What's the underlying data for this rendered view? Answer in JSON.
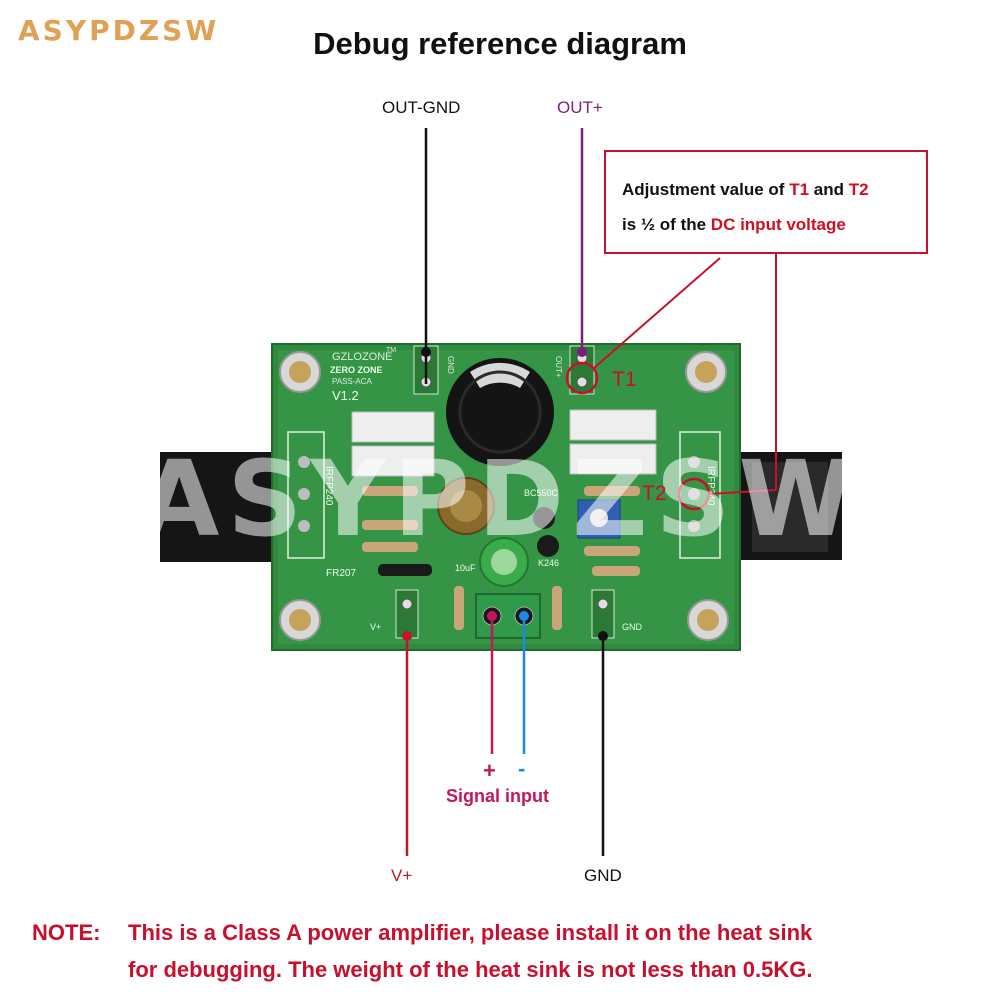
{
  "brand": "ASYPDZSW",
  "title": "Debug reference diagram",
  "labels": {
    "out_gnd": "OUT-GND",
    "out_plus": "OUT+",
    "v_plus": "V+",
    "gnd": "GND",
    "t1": "T1",
    "t2": "T2"
  },
  "signal": {
    "plus": "+",
    "minus": "-",
    "label": "Signal input"
  },
  "adjust_box": {
    "l1_a": "Adjustment value of ",
    "l1_t1": "T1",
    "l1_and": " and ",
    "l1_t2": "T2",
    "l2_a": "is ½ of the ",
    "l2_dc": "DC input voltage"
  },
  "board": {
    "model": "GZLOZONE",
    "tm": "TM",
    "brand_line": "ZERO ZONE",
    "subtitle": "PASS-ACA",
    "version": "V1.2",
    "left_mosfet": "IRFP240",
    "right_mosfet": "IRFP240",
    "diode": "FR207",
    "transistor1": "BC550C",
    "transistor2": "K246",
    "cap_label": "10uF",
    "silk_gnd_top": "GND",
    "silk_out_top": "OUT+",
    "silk_vplus": "V+",
    "silk_gnd_bottom": "GND"
  },
  "watermark": "ASYPDZSW",
  "note": {
    "head": "NOTE:",
    "line1": "This is a Class A power amplifier, please install it on the heat sink",
    "line2": "for debugging. The weight of the heat sink is not less than 0.5KG."
  },
  "colors": {
    "wire_black": "#111111",
    "wire_purple": "#7b1f7b",
    "wire_red": "#c0182a",
    "wire_pink": "#c2185b",
    "wire_blue": "#1e88e5",
    "pcb_green": "#2f8a3e"
  }
}
